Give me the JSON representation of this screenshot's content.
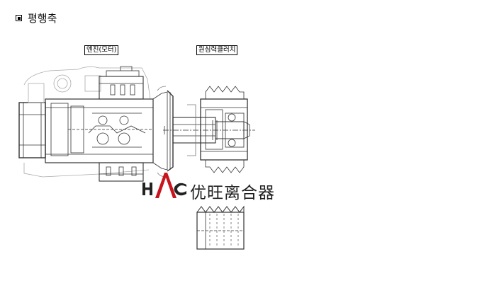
{
  "heading": {
    "text": "평행축"
  },
  "labels": {
    "engine": "엔진(모터)",
    "clutch": "원심력클러치"
  },
  "brand": {
    "logo_letters": "HAC",
    "name": "优旺离合器",
    "logo_color": "#c8141e"
  }
}
